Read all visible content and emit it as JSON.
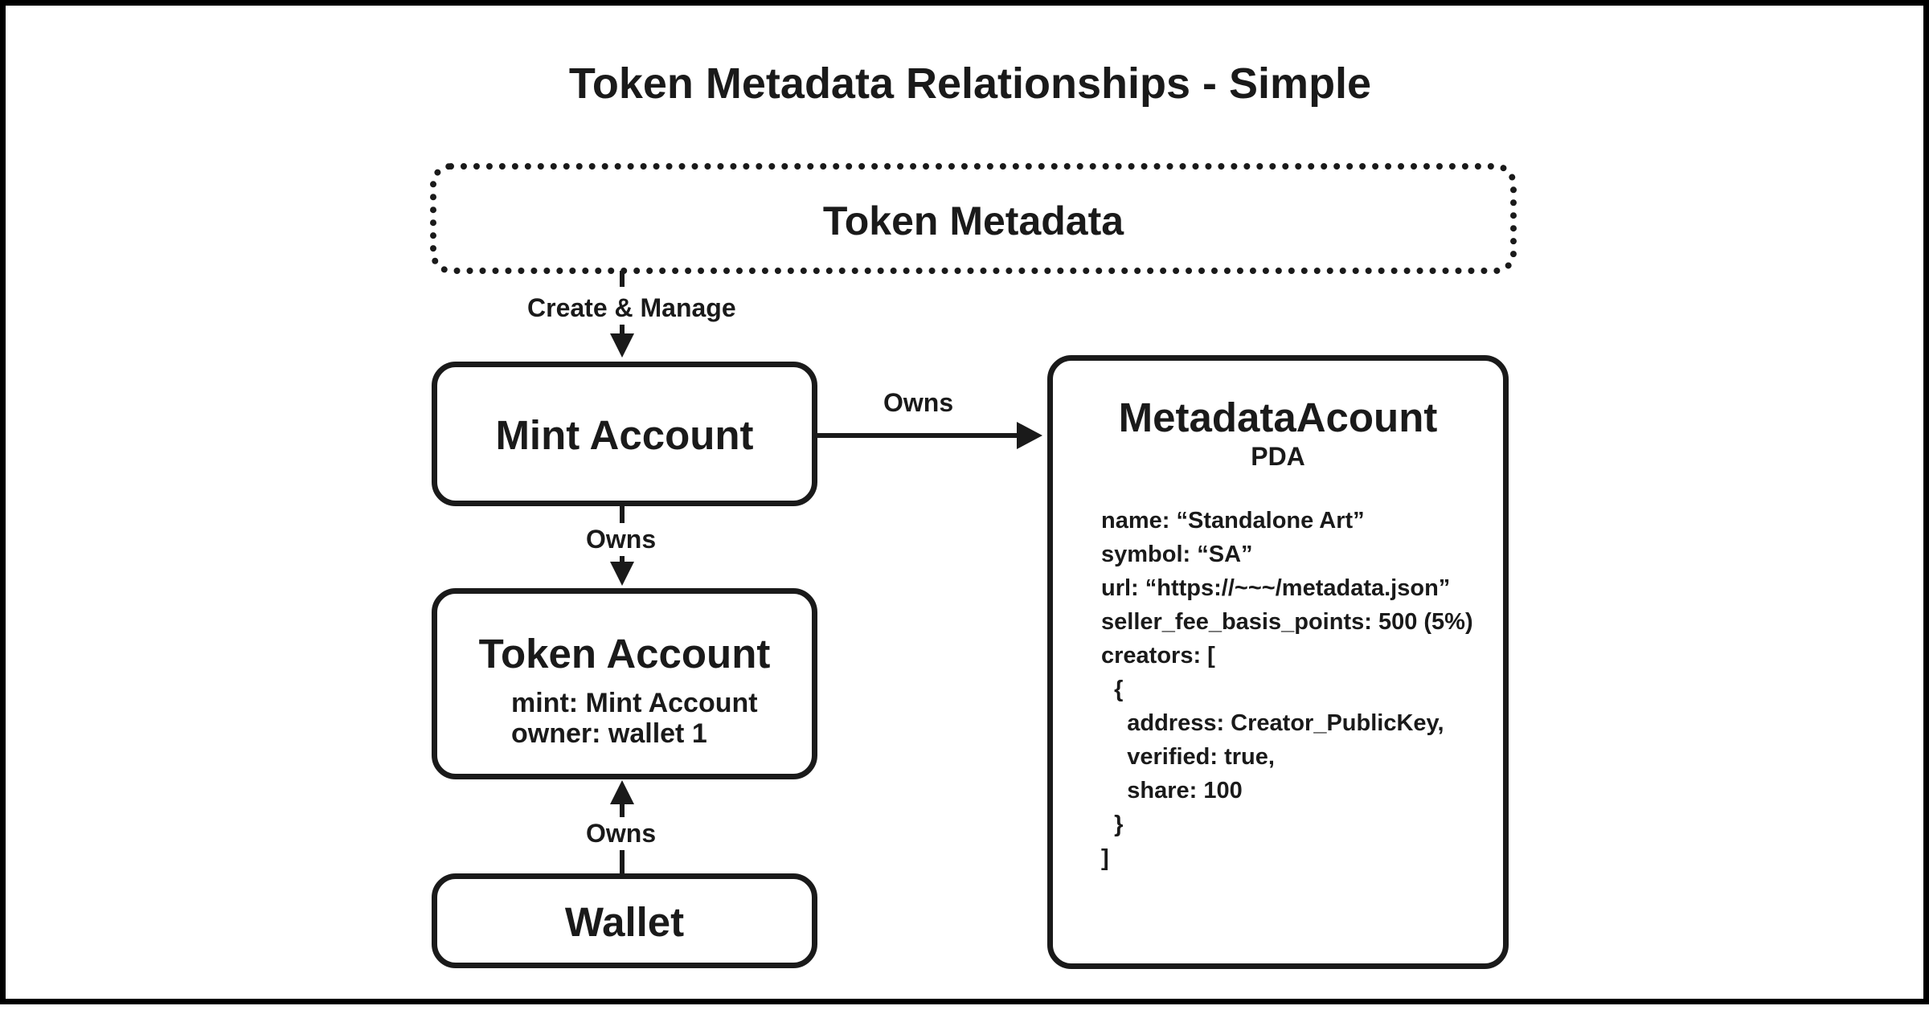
{
  "diagram": {
    "title": "Token Metadata Relationships - Simple",
    "program": {
      "label": "Token Metadata"
    },
    "mint_account": {
      "label": "Mint Account"
    },
    "token_account": {
      "label": "Token Account",
      "fields": [
        "mint: Mint Account",
        "owner: wallet 1"
      ]
    },
    "wallet": {
      "label": "Wallet"
    },
    "metadata_account": {
      "label": "MetadataAcount",
      "sublabel": "PDA",
      "lines": [
        "name: “Standalone Art”",
        "symbol: “SA”",
        "url: “https://~~~/metadata.json”",
        "seller_fee_basis_points: 500 (5%)",
        "creators: [",
        "  {",
        "    address: Creator_PublicKey,",
        "    verified: true,",
        "    share: 100",
        "  }",
        "]"
      ]
    },
    "edges": {
      "program_to_mint": "Create & Manage",
      "mint_to_metadata": "Owns",
      "mint_to_token": "Owns",
      "wallet_to_token": "Owns"
    },
    "colors": {
      "stroke": "#1a1a1a",
      "background": "#ffffff",
      "frame": "#000000"
    }
  }
}
